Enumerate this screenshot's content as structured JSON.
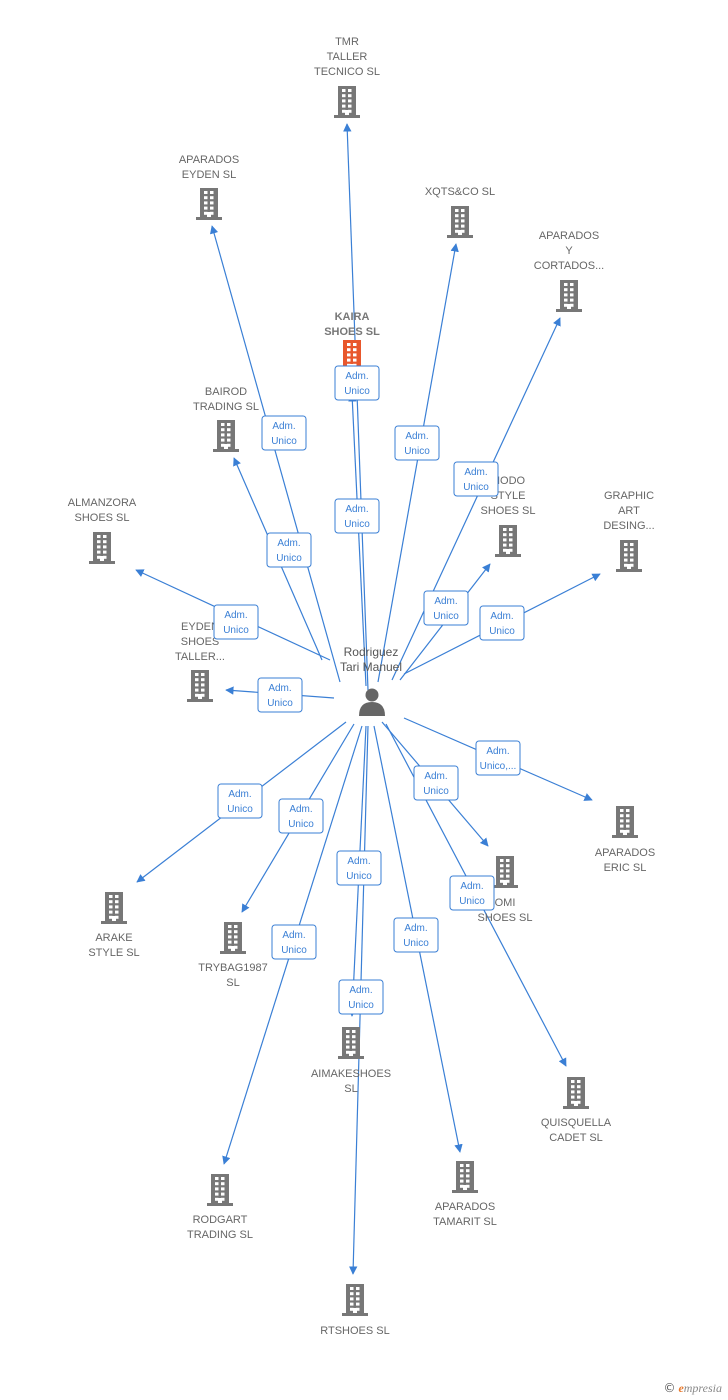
{
  "colors": {
    "edge": "#3a7fd5",
    "building": "#777777",
    "main_building": "#e8572c",
    "person": "#666666"
  },
  "center": {
    "lines": [
      "Rodriguez",
      "Tari Manuel"
    ],
    "icon": "person-icon"
  },
  "nodes": [
    {
      "id": "tmr",
      "lines": [
        "TMR",
        "TALLER",
        "TECNICO  SL"
      ],
      "icon": "building-icon"
    },
    {
      "id": "eyden",
      "lines": [
        "APARADOS",
        "EYDEN  SL"
      ],
      "icon": "building-icon"
    },
    {
      "id": "xqts",
      "lines": [
        "XQTS&CO  SL"
      ],
      "icon": "building-icon"
    },
    {
      "id": "ycortados",
      "lines": [
        "APARADOS",
        "Y",
        "CORTADOS..."
      ],
      "icon": "building-icon"
    },
    {
      "id": "kaira",
      "lines": [
        "KAIRA",
        "SHOES  SL"
      ],
      "icon": "building-icon",
      "main": true
    },
    {
      "id": "bairod",
      "lines": [
        "BAIROD",
        "TRADING SL"
      ],
      "icon": "building-icon"
    },
    {
      "id": "modo",
      "lines": [
        "MODO",
        "STYLE",
        "SHOES  SL"
      ],
      "icon": "building-icon"
    },
    {
      "id": "graphic",
      "lines": [
        "GRAPHIC",
        "ART",
        "DESING..."
      ],
      "icon": "building-icon"
    },
    {
      "id": "almanzora",
      "lines": [
        "ALMANZORA",
        "SHOES  SL"
      ],
      "icon": "building-icon"
    },
    {
      "id": "eydenshoes",
      "lines": [
        "EYDEN",
        "SHOES",
        "TALLER..."
      ],
      "icon": "building-icon"
    },
    {
      "id": "eric",
      "lines": [
        "APARADOS",
        "ERIC  SL"
      ],
      "icon": "building-icon"
    },
    {
      "id": "omi",
      "lines": [
        "OMI",
        "SHOES  SL"
      ],
      "icon": "building-icon"
    },
    {
      "id": "arake",
      "lines": [
        "ARAKE",
        "STYLE  SL"
      ],
      "icon": "building-icon"
    },
    {
      "id": "trybag",
      "lines": [
        "TRYBAG1987",
        "SL"
      ],
      "icon": "building-icon"
    },
    {
      "id": "aimake",
      "lines": [
        "AIMAKESHOES",
        "SL"
      ],
      "icon": "building-icon"
    },
    {
      "id": "quisquella",
      "lines": [
        "QUISQUELLA",
        "CADET  SL"
      ],
      "icon": "building-icon"
    },
    {
      "id": "rodgart",
      "lines": [
        "RODGART",
        "TRADING  SL"
      ],
      "icon": "building-icon"
    },
    {
      "id": "tamarit",
      "lines": [
        "APARADOS",
        "TAMARIT  SL"
      ],
      "icon": "building-icon"
    },
    {
      "id": "rtshoes",
      "lines": [
        "RTSHOES  SL"
      ],
      "icon": "building-icon"
    }
  ],
  "edges": [
    {
      "to": "tmr",
      "role": [
        "Adm.",
        "Unico"
      ]
    },
    {
      "to": "eyden",
      "role": [
        "Adm.",
        "Unico"
      ]
    },
    {
      "to": "xqts",
      "role": [
        "Adm.",
        "Unico"
      ]
    },
    {
      "to": "ycortados",
      "role": [
        "Adm.",
        "Unico"
      ]
    },
    {
      "to": "kaira",
      "role": [
        "Adm.",
        "Unico"
      ]
    },
    {
      "to": "bairod",
      "role": [
        "Adm.",
        "Unico"
      ]
    },
    {
      "to": "modo",
      "role": [
        "Adm.",
        "Unico"
      ]
    },
    {
      "to": "graphic",
      "role": [
        "Adm.",
        "Unico"
      ]
    },
    {
      "to": "almanzora",
      "role": [
        "Adm.",
        "Unico"
      ]
    },
    {
      "to": "eydenshoes",
      "role": [
        "Adm.",
        "Unico"
      ]
    },
    {
      "to": "eric",
      "role": [
        "Adm.",
        "Unico,..."
      ]
    },
    {
      "to": "omi",
      "role": [
        "Adm.",
        "Unico"
      ]
    },
    {
      "to": "arake",
      "role": [
        "Adm.",
        "Unico"
      ]
    },
    {
      "to": "trybag",
      "role": [
        "Adm.",
        "Unico"
      ]
    },
    {
      "to": "aimake",
      "role": [
        "Adm.",
        "Unico"
      ]
    },
    {
      "to": "quisquella",
      "role": [
        "Adm.",
        "Unico"
      ]
    },
    {
      "to": "rodgart",
      "role": [
        "Adm.",
        "Unico"
      ]
    },
    {
      "to": "tamarit",
      "role": [
        "Adm.",
        "Unico"
      ]
    },
    {
      "to": "rtshoes",
      "role": [
        "Adm.",
        "Unico"
      ]
    }
  ],
  "footer": {
    "copyright": "©",
    "brand_initial": "e",
    "brand_rest": "mpresia"
  }
}
